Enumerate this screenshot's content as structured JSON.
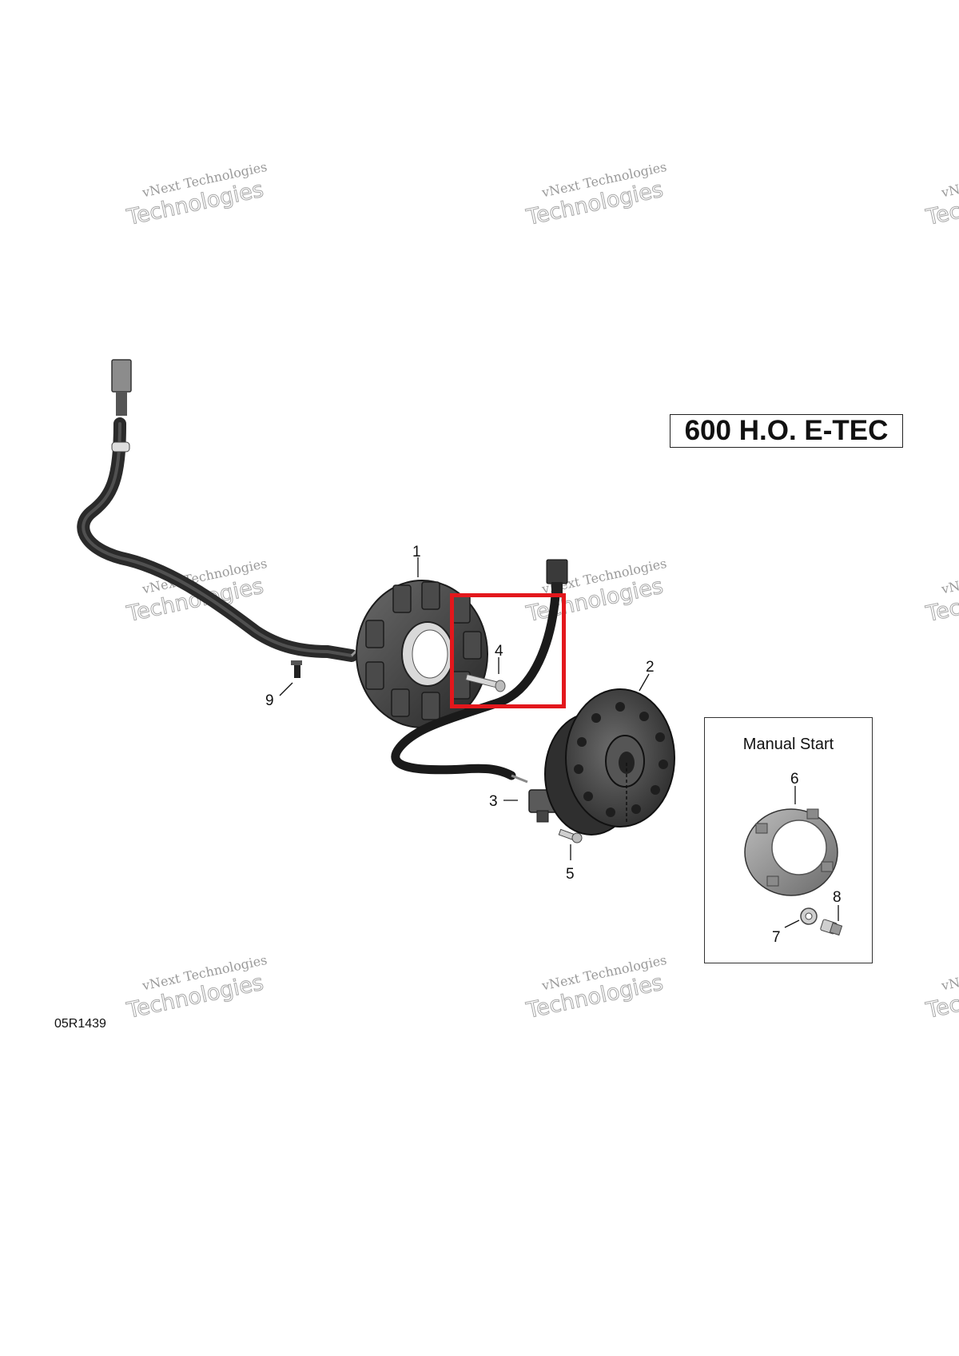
{
  "title": "600 H.O. E-TEC",
  "inset": {
    "label": "Manual Start"
  },
  "drawing_code": "05R1439",
  "callouts": [
    "1",
    "2",
    "3",
    "4",
    "5",
    "6",
    "7",
    "8",
    "9"
  ],
  "watermark": {
    "line1": "vNext Technologies",
    "line2": "Technologies"
  },
  "colors": {
    "highlight": "#e3171c",
    "part_dark": "#3c3c3c",
    "cable": "#1a1a1a"
  }
}
